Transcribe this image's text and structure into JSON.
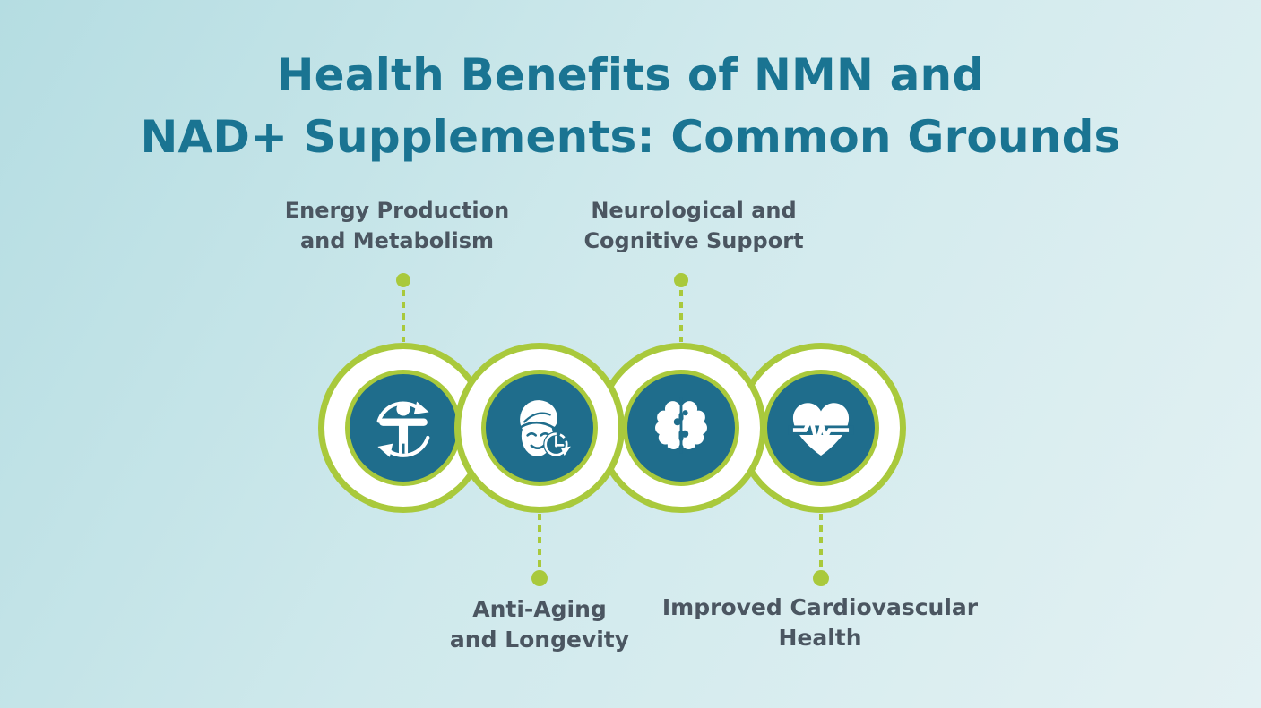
{
  "title": {
    "line1": "Health Benefits of NMN and",
    "line2": "NAD+ Supplements: Common Grounds"
  },
  "benefits": [
    {
      "id": "energy-metabolism",
      "label_line1": "Energy Production",
      "label_line2": "and Metabolism",
      "icon": "person-cycle-arrows-icon",
      "label_position": "top"
    },
    {
      "id": "anti-aging",
      "label_line1": "Anti-Aging",
      "label_line2": "and Longevity",
      "icon": "face-rejuvenation-clock-icon",
      "label_position": "bottom"
    },
    {
      "id": "neurological-cognitive",
      "label_line1": "Neurological and",
      "label_line2": "Cognitive Support",
      "icon": "brain-icon",
      "label_position": "top"
    },
    {
      "id": "cardiovascular",
      "label_line1": "Improved Cardiovascular",
      "label_line2": "Health",
      "icon": "heart-pulse-icon",
      "label_position": "bottom"
    }
  ],
  "colors": {
    "background_top": "#b5dde2",
    "background_bottom": "#e3f1f3",
    "title": "#1a7492",
    "label": "#4b5661",
    "lime": "#a9c93c",
    "teal": "#1f6d8c",
    "white": "#ffffff"
  }
}
